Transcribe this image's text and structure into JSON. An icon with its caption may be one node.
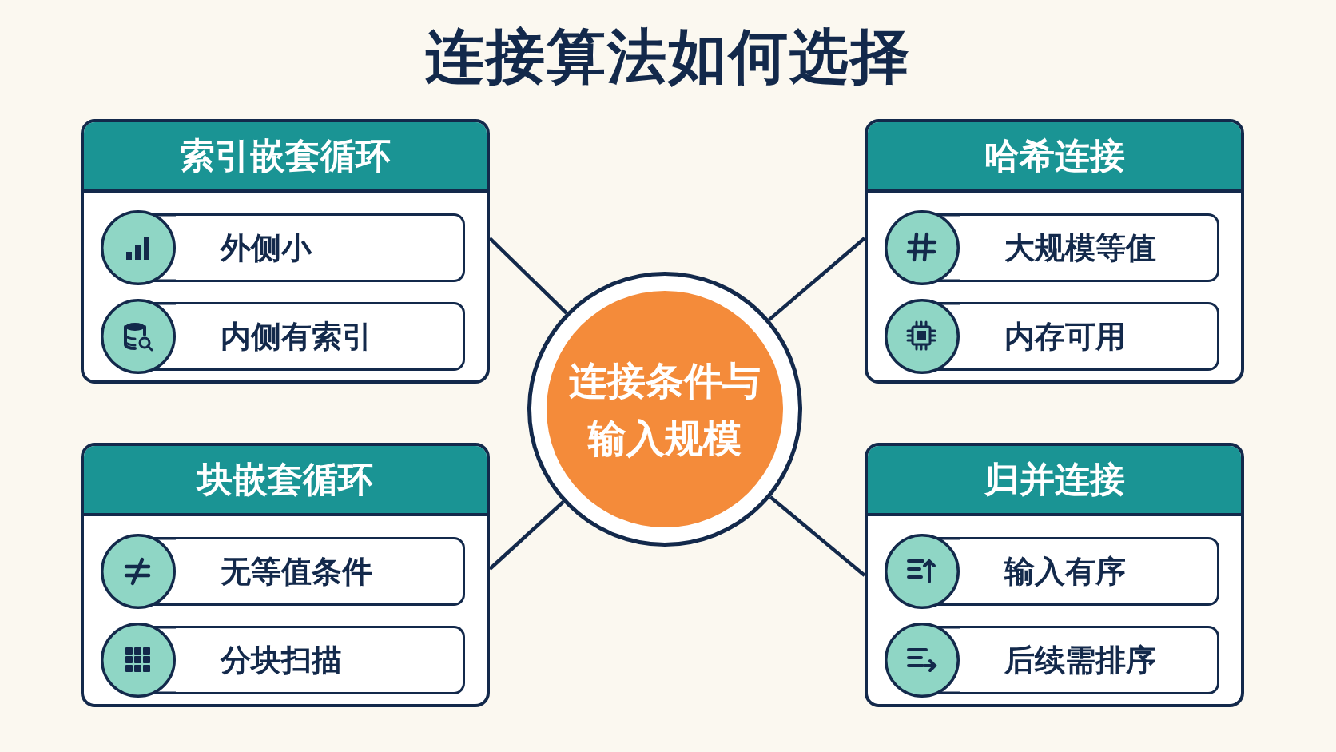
{
  "diagram": {
    "title": "连接算法如何选择",
    "nodes": [
      {
        "text": [
          "索引嵌套循环"
        ]
      },
      {
        "text": [
          "外侧小"
        ],
        "in": 0
      },
      {
        "text": [
          "内侧有索引"
        ],
        "in": 0
      },
      {
        "text": [
          "哈希连接"
        ]
      },
      {
        "text": [
          "大规模等值"
        ],
        "in": 3
      },
      {
        "text": [
          "内存可用"
        ],
        "in": 3
      },
      {
        "text": [
          "连接条件与输入规模"
        ]
      },
      {
        "text": [
          "块嵌套循环"
        ]
      },
      {
        "text": [
          "无等值条件"
        ],
        "in": 7
      },
      {
        "text": [
          "分块扫描"
        ],
        "in": 7
      },
      {
        "text": [
          "归并连接"
        ]
      },
      {
        "text": [
          "输入有序"
        ],
        "in": 10
      },
      {
        "text": [
          "后续需排序"
        ],
        "in": 10
      }
    ],
    "edges": [
      {
        "from": 6,
        "to": 0,
        "arrow": "none"
      },
      {
        "from": 6,
        "to": 3,
        "arrow": "none"
      },
      {
        "from": 6,
        "to": 7,
        "arrow": "none"
      },
      {
        "from": 6,
        "to": 10,
        "arrow": "none"
      }
    ]
  }
}
